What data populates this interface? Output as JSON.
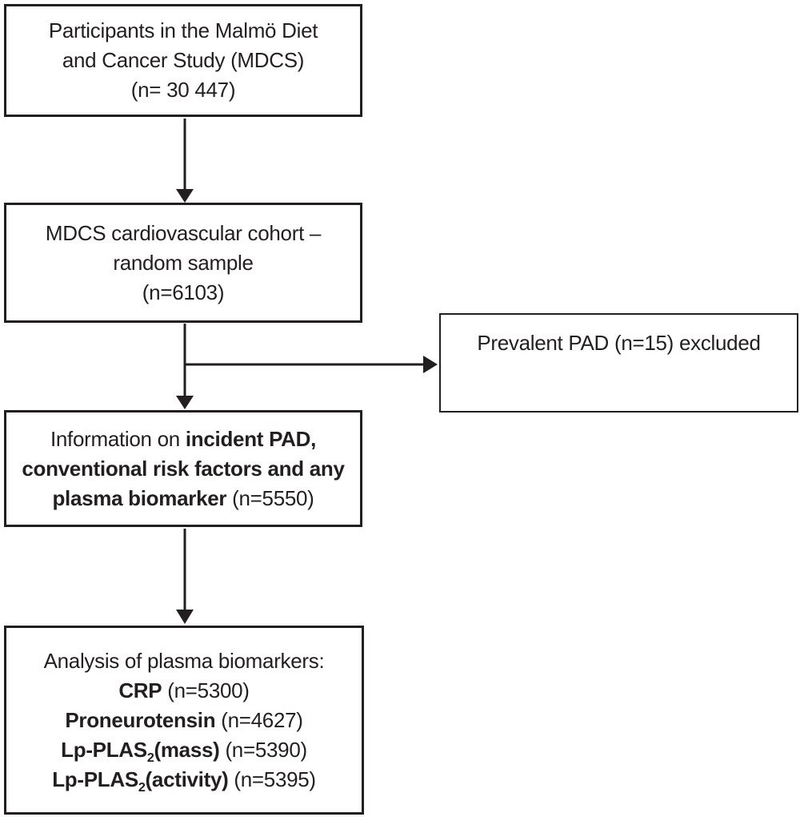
{
  "colors": {
    "ink": "#231f20",
    "background": "#ffffff"
  },
  "flowchart": {
    "boxes": {
      "participants": {
        "lines": [
          "Participants in the Malmö Diet",
          "and Cancer Study (MDCS)",
          "(n= 30 447)"
        ]
      },
      "cohort": {
        "lines": [
          "MDCS cardiovascular cohort –",
          "random sample",
          "(n=6103)"
        ]
      },
      "excluded": {
        "text": "Prevalent PAD (n=15) excluded"
      },
      "information": {
        "line1_plain": "Information on ",
        "line1_bold": "incident PAD,",
        "line2_bold": "conventional risk factors and any",
        "line3_bold": "plasma biomarker",
        "line3_plain": " (n=5550)"
      },
      "analysis": {
        "title": "Analysis of plasma biomarkers:",
        "items": [
          {
            "name": "CRP",
            "count": " (n=5300)"
          },
          {
            "name": "Proneurotensin",
            "count": " (n=4627)"
          },
          {
            "name_prefix": "Lp-PLAS",
            "subscript": "2",
            "name_suffix": "(mass)",
            "count": " (n=5390)"
          },
          {
            "name_prefix": "Lp-PLAS",
            "subscript": "2",
            "name_suffix": "(activity)",
            "count": " (n=5395)"
          }
        ]
      }
    }
  }
}
